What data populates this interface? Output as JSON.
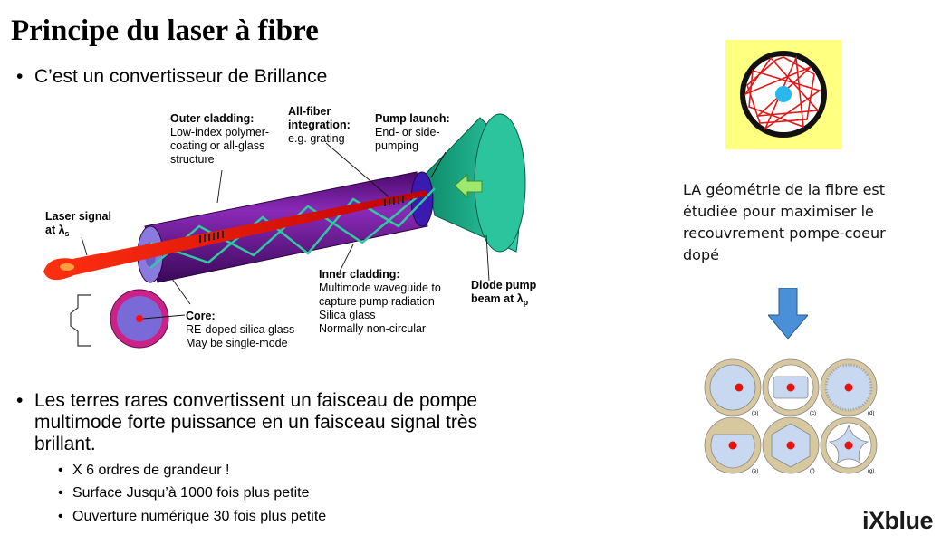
{
  "title": "Principe du laser à fibre",
  "bullet_marker": "•",
  "bullet1": "C’est un convertisseur de Brillance",
  "bullet2": "Les terres rares convertissent un faisceau de pompe multimode forte puissance en un faisceau signal très brillant.",
  "sub_bullets": [
    "X 6 ordres de grandeur !",
    "Surface Jusqu’à 1000 fois plus petite",
    "Ouverture numérique 30 fois plus petite"
  ],
  "diagram": {
    "outer_cladding": {
      "title": "Outer cladding:",
      "lines": [
        "Low-index polymer-",
        "coating or all-glass",
        "structure"
      ]
    },
    "all_fiber": {
      "title_lines": [
        "All-fiber",
        "integration:"
      ],
      "lines": [
        "e.g. grating"
      ]
    },
    "pump_launch": {
      "title": "Pump launch:",
      "lines": [
        "End- or side-",
        "pumping"
      ]
    },
    "laser_signal": {
      "title_lines": [
        "Laser signal",
        "at λ"
      ],
      "subscript": "s"
    },
    "inner_cladding": {
      "title": "Inner cladding:",
      "lines": [
        "Multimode waveguide to",
        "capture pump radiation",
        "Silica glass",
        "Normally non-circular"
      ]
    },
    "core": {
      "title": "Core:",
      "lines": [
        "RE-doped silica glass",
        "May be single-mode"
      ]
    },
    "diode_pump": {
      "title_lines": [
        "Diode pump",
        "beam at λ"
      ],
      "subscript": "p"
    }
  },
  "right_text": "LA géométrie de la fibre est étudiée pour maximiser le recouvrement pompe-coeur dopé",
  "geometry_captions": [
    "(b)",
    "(c)",
    "(d)",
    "(e)",
    "(f)",
    "(g)"
  ],
  "logo": "iXblue",
  "colors": {
    "fiber_purple": "#6a1a9a",
    "pump_teal": "#1fb58f",
    "laser_red": "#e8120c",
    "core_ring": "#cc2288",
    "yellow_box": "#ffff80",
    "arrow_blue": "#4a90d9",
    "geometry_fill": "#c8d8f0",
    "geometry_ring": "#d8c8a0"
  }
}
